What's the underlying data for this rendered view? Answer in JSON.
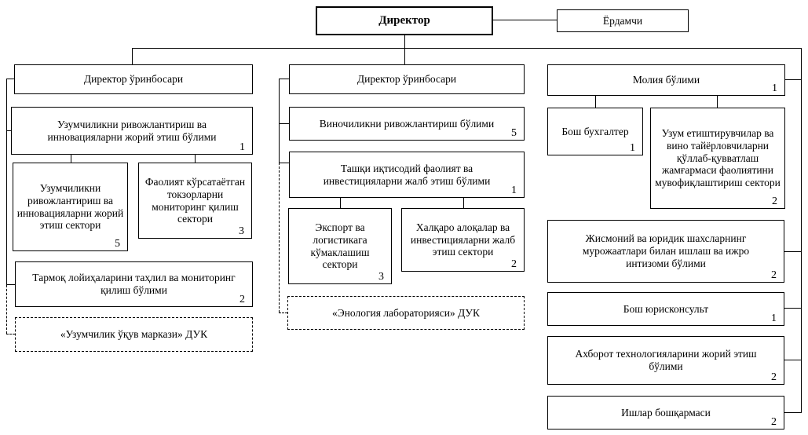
{
  "colors": {
    "line": "#000000",
    "box_border": "#000000",
    "background": "#ffffff"
  },
  "nodes": {
    "director": {
      "label": "Директор"
    },
    "assistant": {
      "label": "Ёрдамчи"
    },
    "deputy_left": {
      "label": "Директор ўринбосари"
    },
    "deputy_mid": {
      "label": "Директор ўринбосари"
    },
    "uzum_dept": {
      "label": "Узумчиликни ривожлантириш ва инновацияларни жорий этиш бўлими",
      "count": "1"
    },
    "uzum_sector": {
      "label": "Узумчиликни ривожлантириш ва инновацияларни жорий этиш сектори",
      "count": "5"
    },
    "monitoring_sector": {
      "label": "Фаолият кўрсатаётган токзорларни мониторинг қилиш сектори",
      "count": "3"
    },
    "tarmoq_dept": {
      "label": "Тармоқ лойиҳаларини таҳлил ва мониторинг қилиш бўлими",
      "count": "2"
    },
    "uzum_duk": {
      "label": "«Узумчилик ўқув маркази» ДУК"
    },
    "vino_dept": {
      "label": "Виночиликни ривожлантириш бўлими",
      "count": "5"
    },
    "tashqi_dept": {
      "label": "Ташқи иқтисодий фаолият ва инвестицияларни жалб этиш бўлими",
      "count": "1"
    },
    "eksport_sector": {
      "label": "Экспорт ва логистикага кўмаклашиш сектори",
      "count": "3"
    },
    "xalqaro_sector": {
      "label": "Халқаро алоқалар ва инвестицияларни жалб этиш сектори",
      "count": "2"
    },
    "enologiya_duk": {
      "label": "«Энология лабораторияси» ДУК"
    },
    "moliya_dept": {
      "label": "Молия бўлими",
      "count": "1"
    },
    "bosh_buxgalter": {
      "label": "Бош бухгалтер",
      "count": "1"
    },
    "uzum_fond_sector": {
      "label": "Узум етиштирувчилар ва вино тайёрловчиларни қўллаб-қувватлаш жамғармаси фаолиятини мувофиқлаштириш сектори",
      "count": "2"
    },
    "jismoniy_dept": {
      "label": "Жисмоний ва юридик шахсларнинг мурожаатлари билан ишлаш ва ижро интизоми бўлими",
      "count": "2"
    },
    "bosh_yuriskonsult": {
      "label": "Бош юрисконсульт",
      "count": "1"
    },
    "axborot_dept": {
      "label": "Ахборот технологияларини жорий этиш бўлими",
      "count": "2"
    },
    "ishlar_dept": {
      "label": "Ишлар бошқармаси",
      "count": "2"
    }
  }
}
